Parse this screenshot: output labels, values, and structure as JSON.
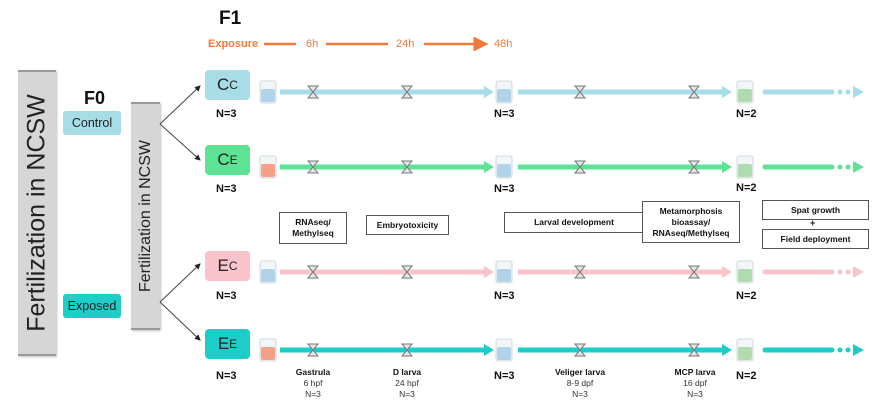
{
  "f0": {
    "title": "F0",
    "fertilization_label": "Fertilization in NCSW",
    "groups": [
      {
        "label": "Control",
        "color": "#a6dde6"
      },
      {
        "label": "Exposed",
        "color": "#1ccdc8"
      }
    ]
  },
  "f1": {
    "title": "F1",
    "fertilization_label": "Fertilization in NCSW",
    "exposure": {
      "label": "Exposure",
      "ticks": [
        "6h",
        "24h",
        "48h"
      ],
      "color": "#f07a3a"
    },
    "lines": [
      {
        "main": "C",
        "sub": "C",
        "n_start": "N=3",
        "n_mid": "N=3",
        "n_end": "N=2",
        "color": "#a6dde6",
        "start_beaker": "blue"
      },
      {
        "main": "C",
        "sub": "E",
        "n_start": "N=3",
        "n_mid": "N=3",
        "n_end": "N=2",
        "color": "#5ce394",
        "start_beaker": "orange"
      },
      {
        "main": "E",
        "sub": "C",
        "n_start": "N=3",
        "n_mid": "N=3",
        "n_end": "N=2",
        "color": "#f9c3cb",
        "start_beaker": "blue"
      },
      {
        "main": "E",
        "sub": "E",
        "n_start": "N=3",
        "n_mid": "N=3",
        "n_end": "N=2",
        "color": "#1ccdc8",
        "start_beaker": "orange"
      }
    ],
    "stages": [
      {
        "name": "Gastrula",
        "time": "6 hpf",
        "n": "N=3"
      },
      {
        "name": "D larva",
        "time": "24 hpf",
        "n": "N=3"
      },
      {
        "name": "Veliger larva",
        "time": "8-9 dpf",
        "n": "N=3"
      },
      {
        "name": "MCP larva",
        "time": "16 dpf",
        "n": "N=3"
      }
    ],
    "analyses": {
      "rnaseq": "RNAseq/\nMethylseq",
      "embryotox": "Embryotoxicity",
      "larval": "Larval development",
      "metamorphosis": "Metamorphosis\nbioassay/\nRNAseq/Methylseq",
      "spat": "Spat growth",
      "plus": "+",
      "field": "Field deployment"
    }
  }
}
